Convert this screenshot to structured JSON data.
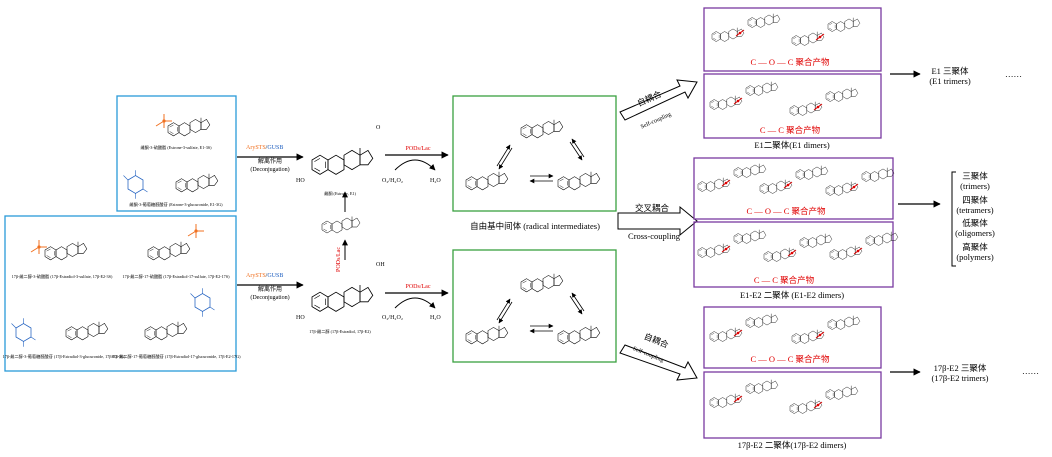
{
  "conjugates": {
    "e1_sulfate": "雌酮-3-硫酸酯 (Estrone-3-sulfate, E1-3S)",
    "e1_glucuronide": "雌酮-3-葡萄糖醛酸苷 (Estrone-3-glucuronide, E1-3G)",
    "e2_3s": "17β-雌二醇-3-硫酸酯 (17β-Estradiol-3-sulfate, 17β-E2-3S)",
    "e2_17s": "17β-雌二醇-17-硫酸酯 (17β-Estradiol-17-sulfate, 17β-E2-17S)",
    "e2_3g": "17β-雌二醇-3-葡萄糖醛酸苷 (17β-Estradiol-3-glucuronide, 17β-E2-3G)",
    "e2_17g": "17β-雌二醇-17-葡萄糖醛酸苷 (17β-Estradiol-17-glucuronide, 17β-E2-17G)"
  },
  "enzymes": {
    "arysts": "ArySTS",
    "slash": "/",
    "gusb": "GUSB",
    "deconj_cn": "解离作用",
    "deconj_en": "(Deconjugation)",
    "pods": "PODs/Lac"
  },
  "compounds": {
    "estrone": "雌酮 (Estrone, E1)",
    "estradiol": "17β-雌二醇 (17β-Estradiol, 17β-E2)",
    "oxidant": "O₂/H₂O₂",
    "water": "H₂O",
    "ho": "HO",
    "oh": "OH",
    "o": "O"
  },
  "radicals": {
    "label": "自由基中间体 (radical intermediates)"
  },
  "coupling": {
    "self_cn": "自耦合",
    "self_en": "Self-coupling",
    "cross_cn": "交叉耦合",
    "cross_en": "Cross-coupling",
    "co_product": "C — O — C 聚合产物",
    "cc_product": "C — C 聚合产物"
  },
  "dimers": {
    "e1": "E1二聚体(E1 dimers)",
    "e1e2": "E1-E2 二聚体 (E1-E2 dimers)",
    "e2": "17β-E2 二聚体(17β-E2 dimers)"
  },
  "products": {
    "e1_trimer_cn": "E1 三聚体",
    "e1_trimer_en": "(E1 trimers)",
    "e2_trimer_cn": "17β-E2 三聚体",
    "e2_trimer_en": "(17β-E2 trimers)",
    "trimer_cn": "三聚体",
    "trimer_en": "(trimers)",
    "tetramer_cn": "四聚体",
    "tetramer_en": "(tetramers)",
    "oligomer_cn": "低聚体",
    "oligomer_en": "(oligomers)",
    "polymer_cn": "高聚体",
    "polymer_en": "(polymers)",
    "ellipsis": "……"
  },
  "colors": {
    "blue_box": "#2a9ad8",
    "green_box": "#3aa040",
    "purple_box": "#7a3aa0",
    "red": "#e00000",
    "orange": "#f07020",
    "blue_text": "#2060c0"
  }
}
